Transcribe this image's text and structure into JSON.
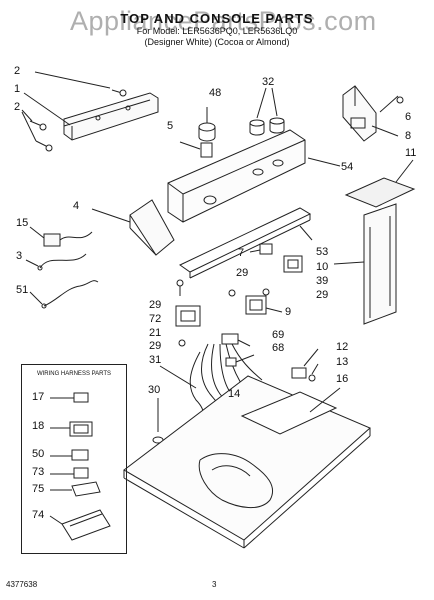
{
  "header": {
    "title": "TOP AND CONSOLE PARTS",
    "subtitle": "For Model: LER5636PQ0, LER5636LQ0",
    "variant": "(Designer White) (Cocoa or Almond)",
    "watermark": "AppliancePartsPros.com"
  },
  "footer": {
    "doc_number": "4377638",
    "page_number": "3"
  },
  "inset": {
    "title": "WIRING HARNESS PARTS"
  },
  "callouts": [
    "2",
    "1",
    "2",
    "48",
    "32",
    "6",
    "5",
    "8",
    "11",
    "54",
    "4",
    "15",
    "3",
    "51",
    "7",
    "29",
    "53",
    "10",
    "39",
    "29",
    "29",
    "72",
    "9",
    "21",
    "69",
    "29",
    "68",
    "31",
    "12",
    "13",
    "30",
    "14",
    "16",
    "17",
    "18",
    "50",
    "73",
    "75",
    "74"
  ]
}
